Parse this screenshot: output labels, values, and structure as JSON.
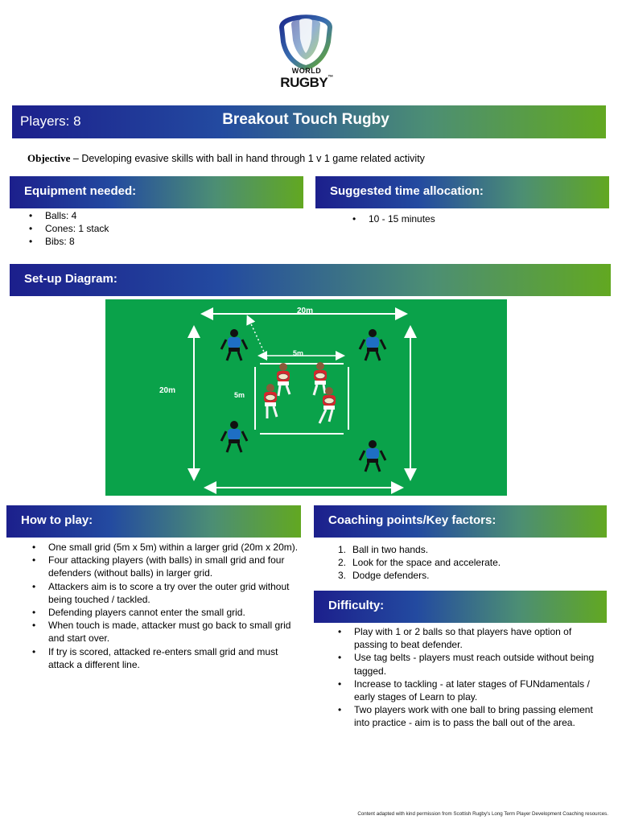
{
  "logo": {
    "line1": "WORLD",
    "line2": "RUGBY",
    "trademark": "™"
  },
  "header": {
    "players": "Players: 8",
    "title": "Breakout Touch Rugby"
  },
  "objective": {
    "label": "Objective",
    "text": " – Developing evasive skills with ball in hand through 1 v 1 game related activity"
  },
  "equipment": {
    "heading": "Equipment needed:",
    "items": [
      "Balls: 4",
      "Cones: 1 stack",
      "Bibs: 8"
    ]
  },
  "time": {
    "heading": "Suggested time allocation:",
    "items": [
      "10 - 15 minutes"
    ]
  },
  "setup": {
    "heading": "Set-up Diagram:",
    "labels": {
      "outer_width": "20m",
      "outer_height": "20m",
      "inner_width": "5m",
      "inner_height": "5m"
    },
    "colors": {
      "pitch": "#0aa24a",
      "attacker": "#d8262c",
      "defender": "#1e6fc4"
    }
  },
  "how_to_play": {
    "heading": "How to play:",
    "items": [
      "One small grid (5m x 5m) within a larger grid (20m x 20m).",
      "Four attacking players (with balls) in small grid and four defenders (without balls) in larger grid.",
      "Attackers aim is to score a try over the outer grid without being touched / tackled.",
      "Defending players cannot enter the small grid.",
      "When touch is made, attacker must go back to small grid and start over.",
      "If try is scored, attacked re-enters small grid and must attack a different line."
    ]
  },
  "coaching": {
    "heading": "Coaching points/Key factors:",
    "items": [
      "Ball in two hands.",
      "Look for the space and accelerate.",
      "Dodge defenders."
    ]
  },
  "difficulty": {
    "heading": "Difficulty:",
    "items": [
      "Play with 1 or 2 balls so that players have option of passing to beat defender.",
      "Use tag belts - players must reach outside without being tagged.",
      "Increase to tackling - at later stages of FUNdamentals / early stages of Learn to play.",
      "Two players work with one ball to bring passing element into practice - aim is to pass the ball out of the area."
    ]
  },
  "footer": {
    "text": "Content adapted with kind permission from Scottish Rugby's Long Term Player Development Coaching resources."
  }
}
